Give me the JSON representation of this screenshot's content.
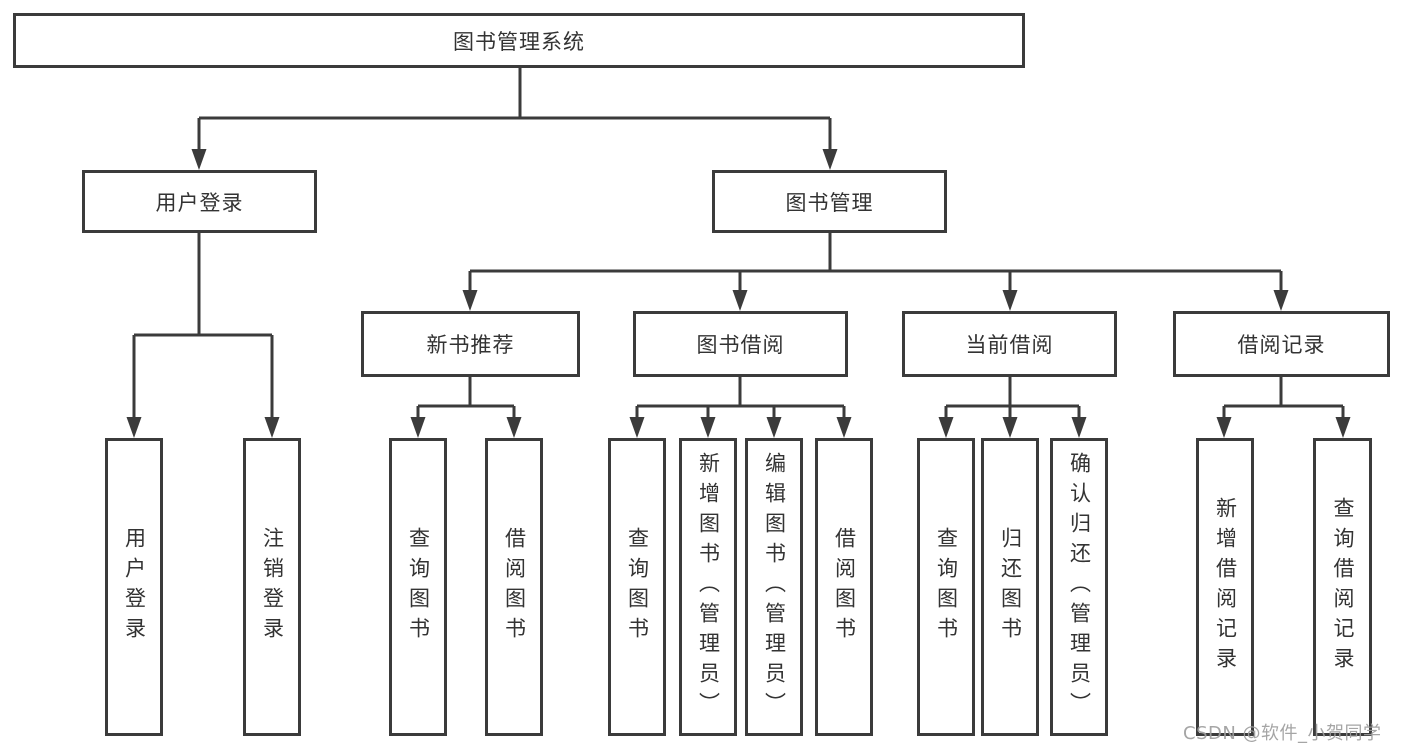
{
  "diagram": {
    "type": "hierarchy-tree",
    "title": "图书管理系统",
    "colors": {
      "line": "#3b3b3b",
      "box_border": "#3b3b3b",
      "box_fill": "#ffffff",
      "text": "#333333",
      "watermark": "#9e9e9e",
      "background": "#ffffff"
    },
    "nodes": {
      "root": {
        "label": "图书管理系统"
      },
      "login": {
        "label": "用户登录"
      },
      "mgmt": {
        "label": "图书管理"
      },
      "recommend": {
        "label": "新书推荐"
      },
      "borrow": {
        "label": "图书借阅"
      },
      "current": {
        "label": "当前借阅"
      },
      "records": {
        "label": "借阅记录"
      },
      "login_user": {
        "label": "用户登录"
      },
      "login_logout": {
        "label": "注销登录"
      },
      "rec_query": {
        "label": "查询图书"
      },
      "rec_borrow": {
        "label": "借阅图书"
      },
      "bor_query": {
        "label": "查询图书"
      },
      "bor_add": {
        "label": "新增图书（管理员）"
      },
      "bor_edit": {
        "label": "编辑图书（管理员）"
      },
      "bor_lend": {
        "label": "借阅图书"
      },
      "cur_query": {
        "label": "查询图书"
      },
      "cur_return": {
        "label": "归还图书"
      },
      "cur_confirm": {
        "label": "确认归还（管理员）"
      },
      "log_add": {
        "label": "新增借阅记录"
      },
      "log_query": {
        "label": "查询借阅记录"
      }
    },
    "hierarchy": {
      "root": [
        "login",
        "mgmt"
      ],
      "login": [
        "login_user",
        "login_logout"
      ],
      "mgmt": [
        "recommend",
        "borrow",
        "current",
        "records"
      ],
      "recommend": [
        "rec_query",
        "rec_borrow"
      ],
      "borrow": [
        "bor_query",
        "bor_add",
        "bor_edit",
        "bor_lend"
      ],
      "current": [
        "cur_query",
        "cur_return",
        "cur_confirm"
      ],
      "records": [
        "log_add",
        "log_query"
      ]
    },
    "watermark": "CSDN @软件_小贺同学"
  }
}
